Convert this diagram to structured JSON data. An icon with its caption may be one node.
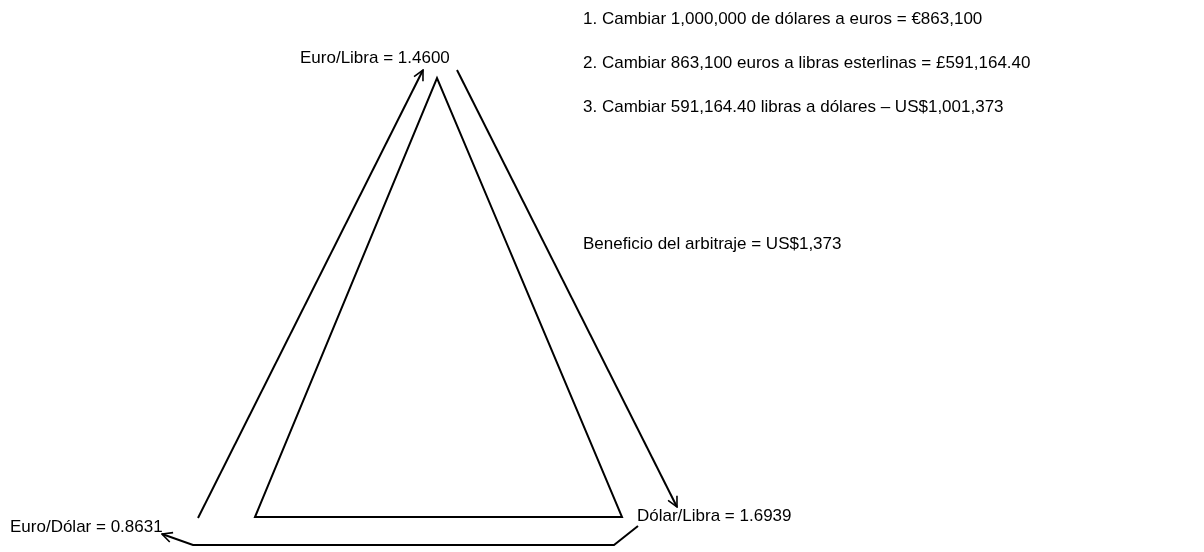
{
  "diagram": {
    "nodes": [
      {
        "text": [
          "Euro/Libra = 1.4600"
        ]
      },
      {
        "text": [
          "Dólar/Libra = 1.6939"
        ]
      },
      {
        "text": [
          "Euro/Dólar = 0.8631"
        ]
      }
    ],
    "edges": [
      {
        "from": 2,
        "to": 0,
        "arrow": "to"
      },
      {
        "from": 0,
        "to": 1,
        "arrow": "to"
      },
      {
        "from": 1,
        "to": 2,
        "arrow": "to"
      }
    ],
    "labels": [
      "1. Cambiar 1,000,000 de dólares a euros = €863,100",
      "2. Cambiar 863,100 euros a libras esterlinas = £591,164.40",
      "3. Cambiar 591,164.40 libras a dólares – US$1,001,373",
      "Beneficio del arbitraje = US$1,373"
    ]
  }
}
